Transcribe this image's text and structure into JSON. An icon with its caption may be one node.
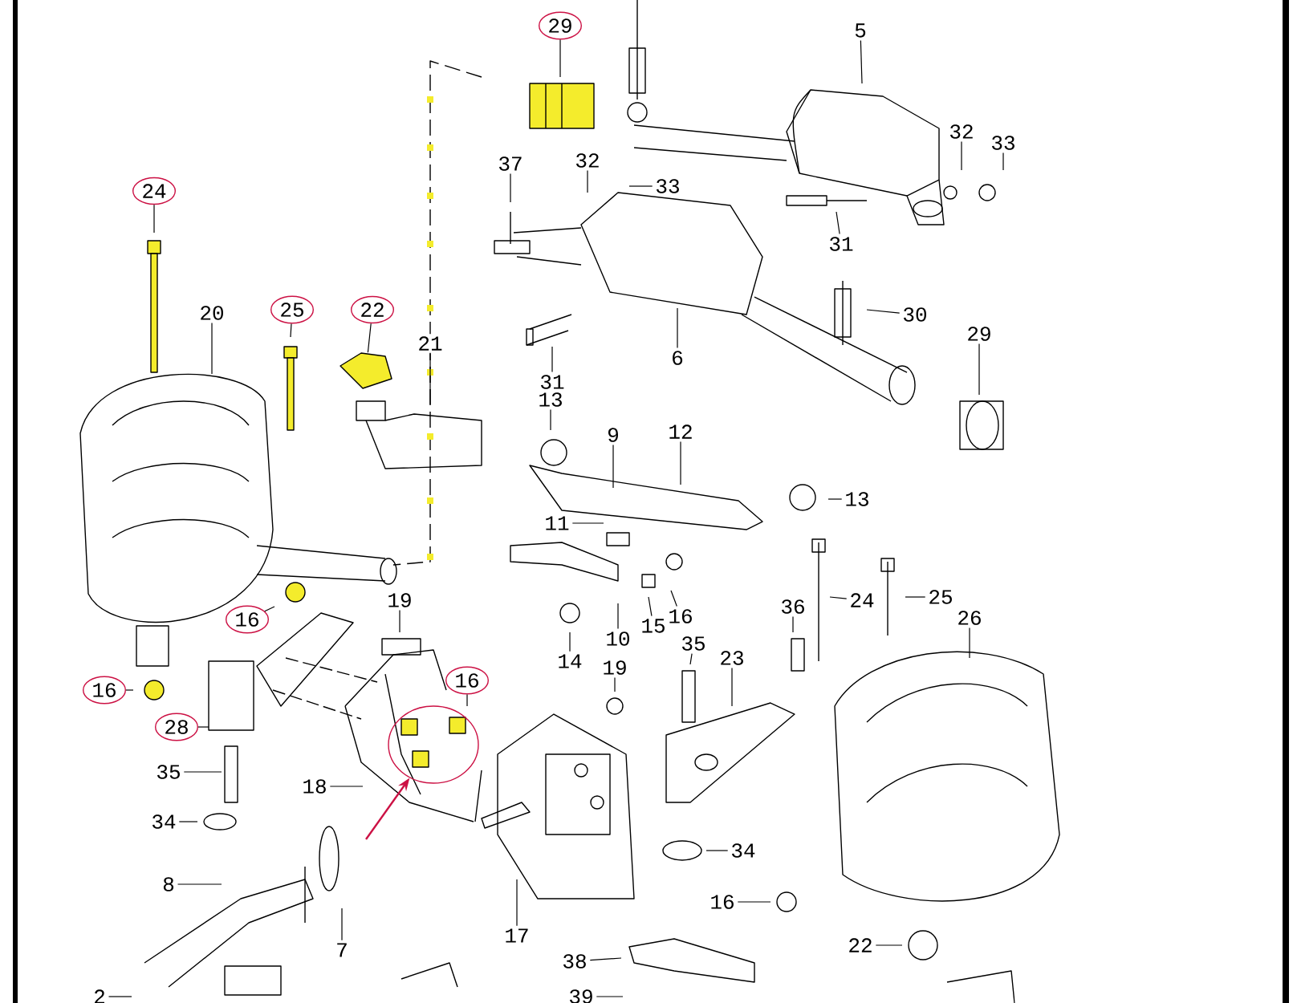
{
  "diagram": {
    "nodes": [
      {
        "text": [
          "29"
        ]
      },
      {
        "text": [
          "5"
        ]
      },
      {
        "text": [
          "37"
        ]
      },
      {
        "text": [
          "32"
        ]
      },
      {
        "text": [
          "33"
        ]
      },
      {
        "text": [
          "32"
        ]
      },
      {
        "text": [
          "33"
        ]
      },
      {
        "text": [
          "24"
        ]
      },
      {
        "text": [
          "31"
        ]
      },
      {
        "text": [
          "20"
        ]
      },
      {
        "text": [
          "25"
        ]
      },
      {
        "text": [
          "22"
        ]
      },
      {
        "text": [
          "30"
        ]
      },
      {
        "text": [
          "21"
        ]
      },
      {
        "text": [
          "6"
        ]
      },
      {
        "text": [
          "31"
        ]
      },
      {
        "text": [
          "29"
        ]
      },
      {
        "text": [
          "13"
        ]
      },
      {
        "text": [
          "9"
        ]
      },
      {
        "text": [
          "12"
        ]
      },
      {
        "text": [
          "13"
        ]
      },
      {
        "text": [
          "11"
        ]
      },
      {
        "text": [
          "36"
        ]
      },
      {
        "text": [
          "24"
        ]
      },
      {
        "text": [
          "25"
        ]
      },
      {
        "text": [
          "26"
        ]
      },
      {
        "text": [
          "19"
        ]
      },
      {
        "text": [
          "16"
        ]
      },
      {
        "text": [
          "10"
        ]
      },
      {
        "text": [
          "15"
        ]
      },
      {
        "text": [
          "16"
        ]
      },
      {
        "text": [
          "14"
        ]
      },
      {
        "text": [
          "19"
        ]
      },
      {
        "text": [
          "35"
        ]
      },
      {
        "text": [
          "23"
        ]
      },
      {
        "text": [
          "16"
        ]
      },
      {
        "text": [
          "16"
        ]
      },
      {
        "text": [
          "28"
        ]
      },
      {
        "text": [
          "35"
        ]
      },
      {
        "text": [
          "18"
        ]
      },
      {
        "text": [
          "34"
        ]
      },
      {
        "text": [
          "34"
        ]
      },
      {
        "text": [
          "8"
        ]
      },
      {
        "text": [
          "16"
        ]
      },
      {
        "text": [
          "7"
        ]
      },
      {
        "text": [
          "17"
        ]
      },
      {
        "text": [
          "22"
        ]
      },
      {
        "text": [
          "38"
        ]
      },
      {
        "text": [
          "2"
        ]
      },
      {
        "text": [
          "39"
        ]
      },
      {
        "text": [],
        "shape": "circle"
      },
      {
        "text": [],
        "shape": "picture"
      }
    ],
    "edges": [
      {
        "from": 0,
        "to": null,
        "arrow": "none"
      },
      {
        "from": 1,
        "to": null,
        "arrow": "none"
      },
      {
        "from": 2,
        "to": null,
        "arrow": "none"
      },
      {
        "from": 3,
        "to": null,
        "arrow": "none"
      },
      {
        "from": 4,
        "to": null,
        "arrow": "none"
      },
      {
        "from": 5,
        "to": null,
        "arrow": "none"
      },
      {
        "from": 6,
        "to": null,
        "arrow": "none"
      },
      {
        "from": 7,
        "to": null,
        "arrow": "none"
      },
      {
        "from": 8,
        "to": null,
        "arrow": "none"
      },
      {
        "from": 9,
        "to": null,
        "arrow": "none"
      },
      {
        "from": 10,
        "to": null,
        "arrow": "none"
      },
      {
        "from": 11,
        "to": 51,
        "arrow": "none"
      },
      {
        "from": 12,
        "to": null,
        "arrow": "none"
      },
      {
        "from": 13,
        "to": null,
        "arrow": "none"
      },
      {
        "from": 14,
        "to": null,
        "arrow": "none"
      },
      {
        "from": 15,
        "to": null,
        "arrow": "none"
      },
      {
        "from": 16,
        "to": null,
        "arrow": "none"
      },
      {
        "from": 17,
        "to": null,
        "arrow": "none"
      },
      {
        "from": 18,
        "to": null,
        "arrow": "none"
      },
      {
        "from": 19,
        "to": null,
        "arrow": "none"
      },
      {
        "from": 20,
        "to": null,
        "arrow": "none"
      },
      {
        "from": 21,
        "to": null,
        "arrow": "none"
      },
      {
        "from": 22,
        "to": null,
        "arrow": "none"
      },
      {
        "from": 23,
        "to": null,
        "arrow": "none"
      },
      {
        "from": 24,
        "to": null,
        "arrow": "none"
      },
      {
        "from": 25,
        "to": null,
        "arrow": "none"
      },
      {
        "from": 26,
        "to": null,
        "arrow": "none"
      },
      {
        "from": 27,
        "to": null,
        "arrow": "none"
      },
      {
        "from": 28,
        "to": null,
        "arrow": "none"
      },
      {
        "from": 29,
        "to": null,
        "arrow": "none"
      },
      {
        "from": 30,
        "to": null,
        "arrow": "none"
      },
      {
        "from": 31,
        "to": null,
        "arrow": "none"
      },
      {
        "from": 32,
        "to": null,
        "arrow": "none"
      },
      {
        "from": 33,
        "to": null,
        "arrow": "none"
      },
      {
        "from": 34,
        "to": null,
        "arrow": "none"
      },
      {
        "from": 35,
        "to": null,
        "arrow": "none"
      },
      {
        "from": 36,
        "to": null,
        "arrow": "none"
      },
      {
        "from": 37,
        "to": null,
        "arrow": "none"
      },
      {
        "from": 38,
        "to": null,
        "arrow": "none"
      },
      {
        "from": 39,
        "to": null,
        "arrow": "none"
      },
      {
        "from": 40,
        "to": null,
        "arrow": "none"
      },
      {
        "from": 41,
        "to": null,
        "arrow": "none"
      },
      {
        "from": 42,
        "to": null,
        "arrow": "none"
      },
      {
        "from": 43,
        "to": null,
        "arrow": "none"
      },
      {
        "from": 44,
        "to": null,
        "arrow": "none"
      },
      {
        "from": 45,
        "to": null,
        "arrow": "none"
      },
      {
        "from": 46,
        "to": null,
        "arrow": "none"
      },
      {
        "from": 47,
        "to": null,
        "arrow": "none"
      },
      {
        "from": 48,
        "to": null,
        "arrow": "none"
      },
      {
        "from": 49,
        "to": null,
        "arrow": "none"
      },
      {
        "from": null,
        "to": 50,
        "arrow": "to",
        "color": "#cc1144"
      }
    ]
  }
}
